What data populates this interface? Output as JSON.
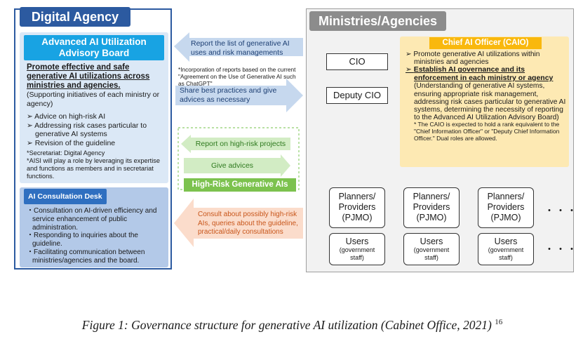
{
  "digital_agency": {
    "title": "Digital Agency",
    "board": {
      "title_line1": "Advanced AI Utilization",
      "title_line2": "Advisory Board",
      "mission": "Promote effective and safe generative AI utilizations across ministries and agencies.",
      "mission_sub": "(Supporting initiatives of each ministry or agency)",
      "bullets": [
        "Advice on high-risk AI",
        "Addressing risk cases particular to generative AI systems",
        "Revision of the guideline"
      ],
      "note1": "*Secretariat: Digital Agency",
      "note2": "*AISI will play a role by leveraging its expertise and functions as members and in secretariat functions."
    },
    "desk": {
      "title": "AI Consultation Desk",
      "bullets": [
        "Consultation on AI-driven efficiency and service enhancement of public administration.",
        "Responding to inquiries about the guideline.",
        "Facilitating communication between ministries/agencies and the board."
      ]
    }
  },
  "flows": {
    "report_list": "Report the list of generative AI uses and risk managements",
    "incorporation_note": "*Incorporation of reports based on the current \"Agreement on the Use of Generative AI such as ChatGPT\"",
    "share": "Share best practices and give advices as necessary",
    "report_high_risk": "Report on high-risk projects",
    "give_advices": "Give advices",
    "high_risk_label": "High-Risk Generative AIs",
    "consult": "Consult about possibly high-risk AIs, queries about the guideline, practical/daily consultations"
  },
  "ministries": {
    "title": "Ministries/Agencies",
    "cio": "CIO",
    "deputy_cio": "Deputy CIO",
    "caio": {
      "title": "Chief AI Officer (CAIO)",
      "bullet1": "Promote generative AI utilizations within ministries and agencies",
      "bullet2": "Establish AI governance  and its enforcement in each ministry or agency",
      "detail": "(Understanding of generative AI systems, ensuring appropriate risk management, addressing risk cases particular to generative AI systems, determining the necessity of reporting to the Advanced AI Utilization Advisory Board)",
      "note": "* The CAIO is expected to hold a rank equivalent to the \"Chief Information Officer\" or \"Deputy Chief Information Officer.\" Dual roles are allowed."
    },
    "planners": [
      {
        "line1": "Planners/",
        "line2": "Providers",
        "line3": "(PJMO)"
      },
      {
        "line1": "Planners/",
        "line2": "Providers",
        "line3": "(PJMO)"
      },
      {
        "line1": "Planners/",
        "line2": "Providers",
        "line3": "(PJMO)"
      }
    ],
    "users": [
      {
        "line1": "Users",
        "line2": "(government",
        "line3": "staff)"
      },
      {
        "line1": "Users",
        "line2": "(government",
        "line3": "staff)"
      },
      {
        "line1": "Users",
        "line2": "(government",
        "line3": "staff)"
      }
    ],
    "ellipsis": "・・・"
  },
  "caption": {
    "text": "Figure 1: Governance structure for generative AI utilization (Cabinet Office, 2021)",
    "footnote": "16"
  },
  "colors": {
    "da_blue": "#2c5aa0",
    "board_cyan": "#18a3e3",
    "caio_yellow": "#f9b80d",
    "arrow_blue": "#c6d8ee",
    "arrow_green": "#d2ecc4",
    "arrow_orange": "#fbdccb"
  }
}
